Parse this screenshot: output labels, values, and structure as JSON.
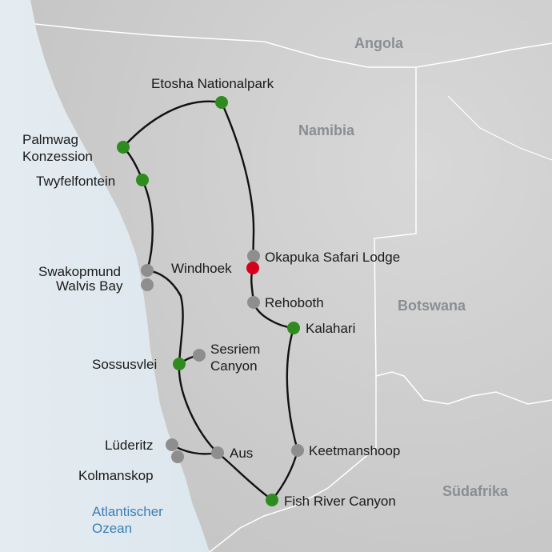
{
  "colors": {
    "sea": "#d9e3ea",
    "land": "#cfcfcf",
    "border": "#ffffff",
    "route": "#111111",
    "stop_highlight": "#2e8b1e",
    "stop_regular": "#8e8e8e",
    "stop_capital": "#d6001c",
    "country_label": "#8a8e92",
    "ocean_label": "#3a7fb5"
  },
  "countries": {
    "angola": "Angola",
    "namibia": "Namibia",
    "botswana": "Botswana",
    "suedafrika": "Südafrika"
  },
  "ocean": {
    "line1": "Atlantischer",
    "line2": "Ozean"
  },
  "places": {
    "etosha": "Etosha Nationalpark",
    "palmwag_1": "Palmwag",
    "palmwag_2": "Konzession",
    "twyfelfontein": "Twyfelfontein",
    "swakopmund": "Swakopmund",
    "walvis_bay": "Walvis Bay",
    "windhoek": "Windhoek",
    "okapuka": "Okapuka Safari Lodge",
    "rehoboth": "Rehoboth",
    "kalahari": "Kalahari",
    "sesriem_1": "Sesriem",
    "sesriem_2": "Canyon",
    "sossusvlei": "Sossusvlei",
    "luederitz": "Lüderitz",
    "kolmanskop": "Kolmanskop",
    "aus": "Aus",
    "keetmanshoop": "Keetmanshoop",
    "fish_river": "Fish River Canyon"
  },
  "stops": [
    {
      "id": "etosha",
      "kind": "highlight"
    },
    {
      "id": "palmwag",
      "kind": "highlight"
    },
    {
      "id": "twyfelfontein",
      "kind": "highlight"
    },
    {
      "id": "swakopmund",
      "kind": "regular"
    },
    {
      "id": "walvis_bay",
      "kind": "regular"
    },
    {
      "id": "sossusvlei",
      "kind": "highlight"
    },
    {
      "id": "sesriem",
      "kind": "regular"
    },
    {
      "id": "luederitz",
      "kind": "regular"
    },
    {
      "id": "kolmanskop",
      "kind": "regular"
    },
    {
      "id": "aus",
      "kind": "regular"
    },
    {
      "id": "fish_river",
      "kind": "highlight"
    },
    {
      "id": "keetmanshoop",
      "kind": "regular"
    },
    {
      "id": "kalahari",
      "kind": "highlight"
    },
    {
      "id": "rehoboth",
      "kind": "regular"
    },
    {
      "id": "okapuka",
      "kind": "regular"
    },
    {
      "id": "windhoek",
      "kind": "capital"
    }
  ]
}
